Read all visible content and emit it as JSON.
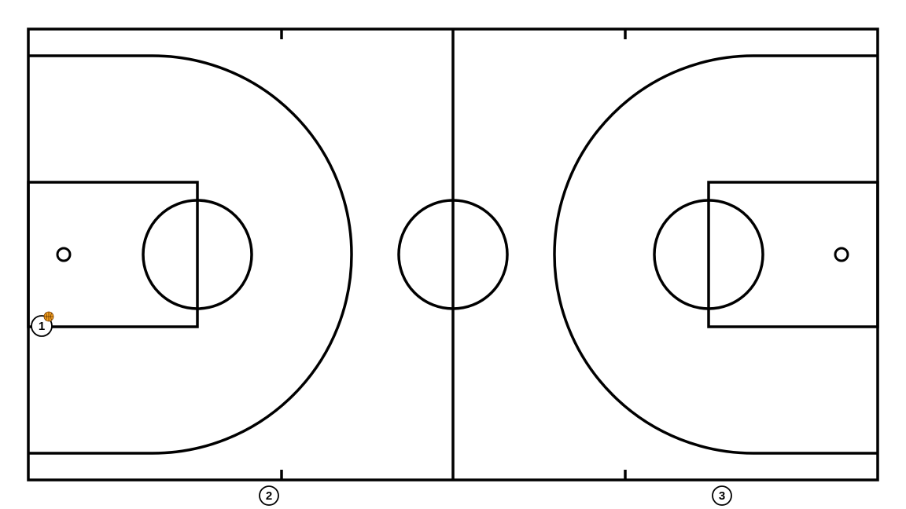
{
  "diagram": {
    "court": {
      "line_color": "#000000",
      "background": "#ffffff"
    },
    "players": [
      {
        "id": "player-1",
        "label": "1",
        "has_ball": true
      },
      {
        "id": "player-2",
        "label": "2",
        "has_ball": false
      },
      {
        "id": "player-3",
        "label": "3",
        "has_ball": false
      }
    ],
    "ball": {
      "color": "#f0a020",
      "icon": "basketball-icon"
    }
  }
}
